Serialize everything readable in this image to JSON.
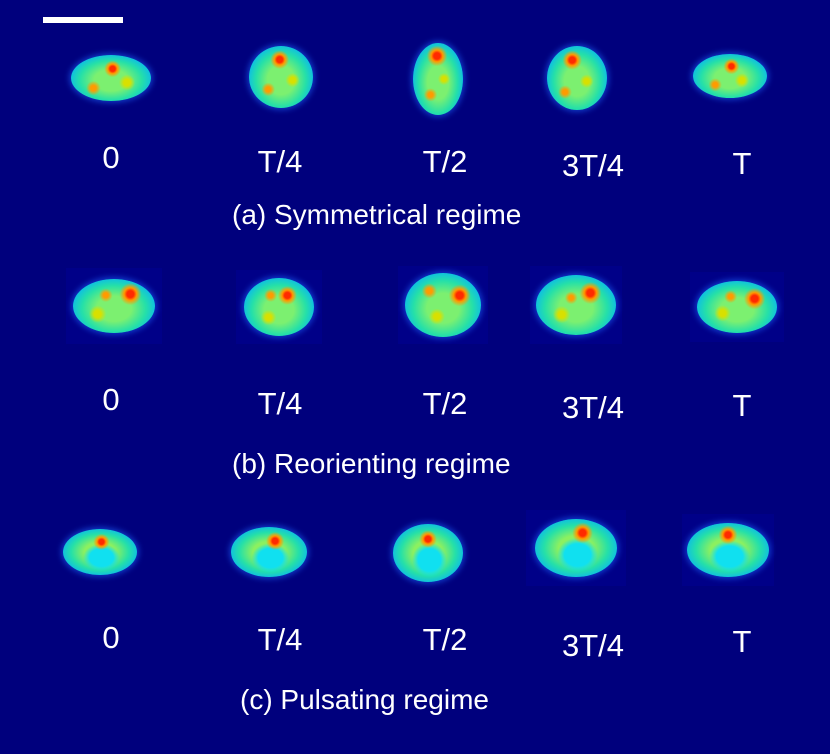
{
  "colors": {
    "background": "#00007d",
    "scale_bar": "#ffffff",
    "colormap": [
      "#000090",
      "#1570ff",
      "#0fc0e0",
      "#25e0a8",
      "#7cf070",
      "#d8e000",
      "#ff9a00",
      "#ff2a00"
    ]
  },
  "panels": [
    {
      "caption": "(a) Symmetrical regime",
      "frames": [
        {
          "label": "0"
        },
        {
          "label": "T/4"
        },
        {
          "label": "T/2"
        },
        {
          "label": "3T/4"
        },
        {
          "label": "T"
        }
      ]
    },
    {
      "caption": "(b) Reorienting regime",
      "frames": [
        {
          "label": "0"
        },
        {
          "label": "T/4"
        },
        {
          "label": "T/2"
        },
        {
          "label": "3T/4"
        },
        {
          "label": "T"
        }
      ]
    },
    {
      "caption": "(c) Pulsating regime",
      "frames": [
        {
          "label": "0"
        },
        {
          "label": "T/4"
        },
        {
          "label": "T/2"
        },
        {
          "label": "3T/4"
        },
        {
          "label": "T"
        }
      ]
    }
  ]
}
